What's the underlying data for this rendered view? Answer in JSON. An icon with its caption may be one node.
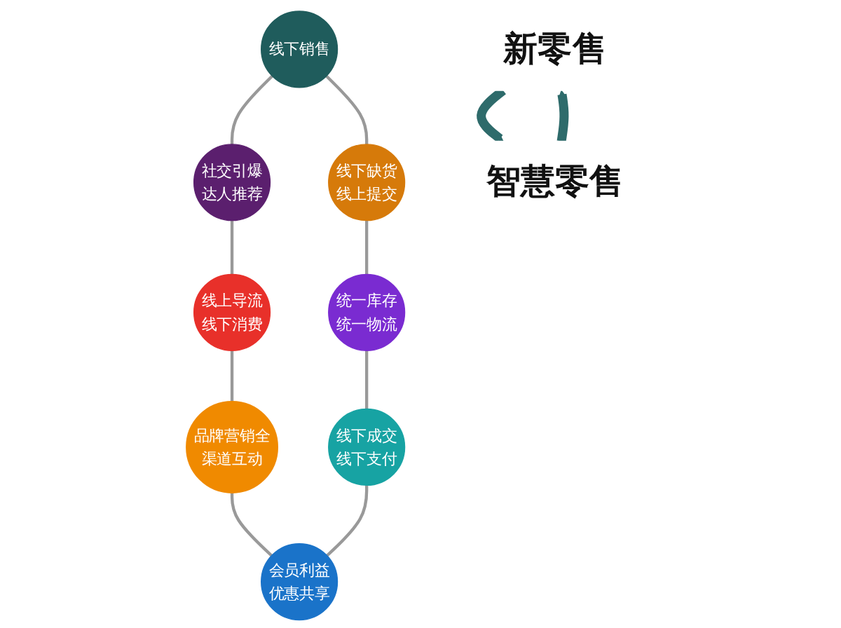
{
  "diagram": {
    "nodes": [
      {
        "text": [
          "线下销售"
        ]
      },
      {
        "text": [
          "社交引爆达人推荐"
        ]
      },
      {
        "text": [
          "线上导流线下消费"
        ]
      },
      {
        "text": [
          "品牌营销全渠道互动"
        ]
      },
      {
        "text": [
          "会员利益优惠共享"
        ]
      },
      {
        "text": [
          "线下成交线下支付"
        ]
      },
      {
        "text": [
          "统一库存统一物流"
        ]
      },
      {
        "text": [
          "线下缺货线上提交"
        ]
      },
      {
        "text": [
          "新零售"
        ]
      },
      {
        "text": [
          "智慧零售"
        ]
      }
    ],
    "edges": [
      {
        "from": 0,
        "to": 1,
        "arrow": "none"
      },
      {
        "from": 1,
        "to": 2,
        "arrow": "none"
      },
      {
        "from": 2,
        "to": 3,
        "arrow": "none"
      },
      {
        "from": 3,
        "to": 4,
        "arrow": "none"
      },
      {
        "from": 4,
        "to": 5,
        "arrow": "none"
      },
      {
        "from": 5,
        "to": 6,
        "arrow": "none"
      },
      {
        "from": 6,
        "to": 7,
        "arrow": "none"
      },
      {
        "from": 7,
        "to": 0,
        "arrow": "none"
      },
      {
        "from": 8,
        "to": 9,
        "arrow": "to",
        "style": "thick",
        "color": "#2e6b6b"
      },
      {
        "from": 9,
        "to": 8,
        "arrow": "to",
        "style": "thick",
        "color": "#2e6b6b"
      }
    ]
  }
}
